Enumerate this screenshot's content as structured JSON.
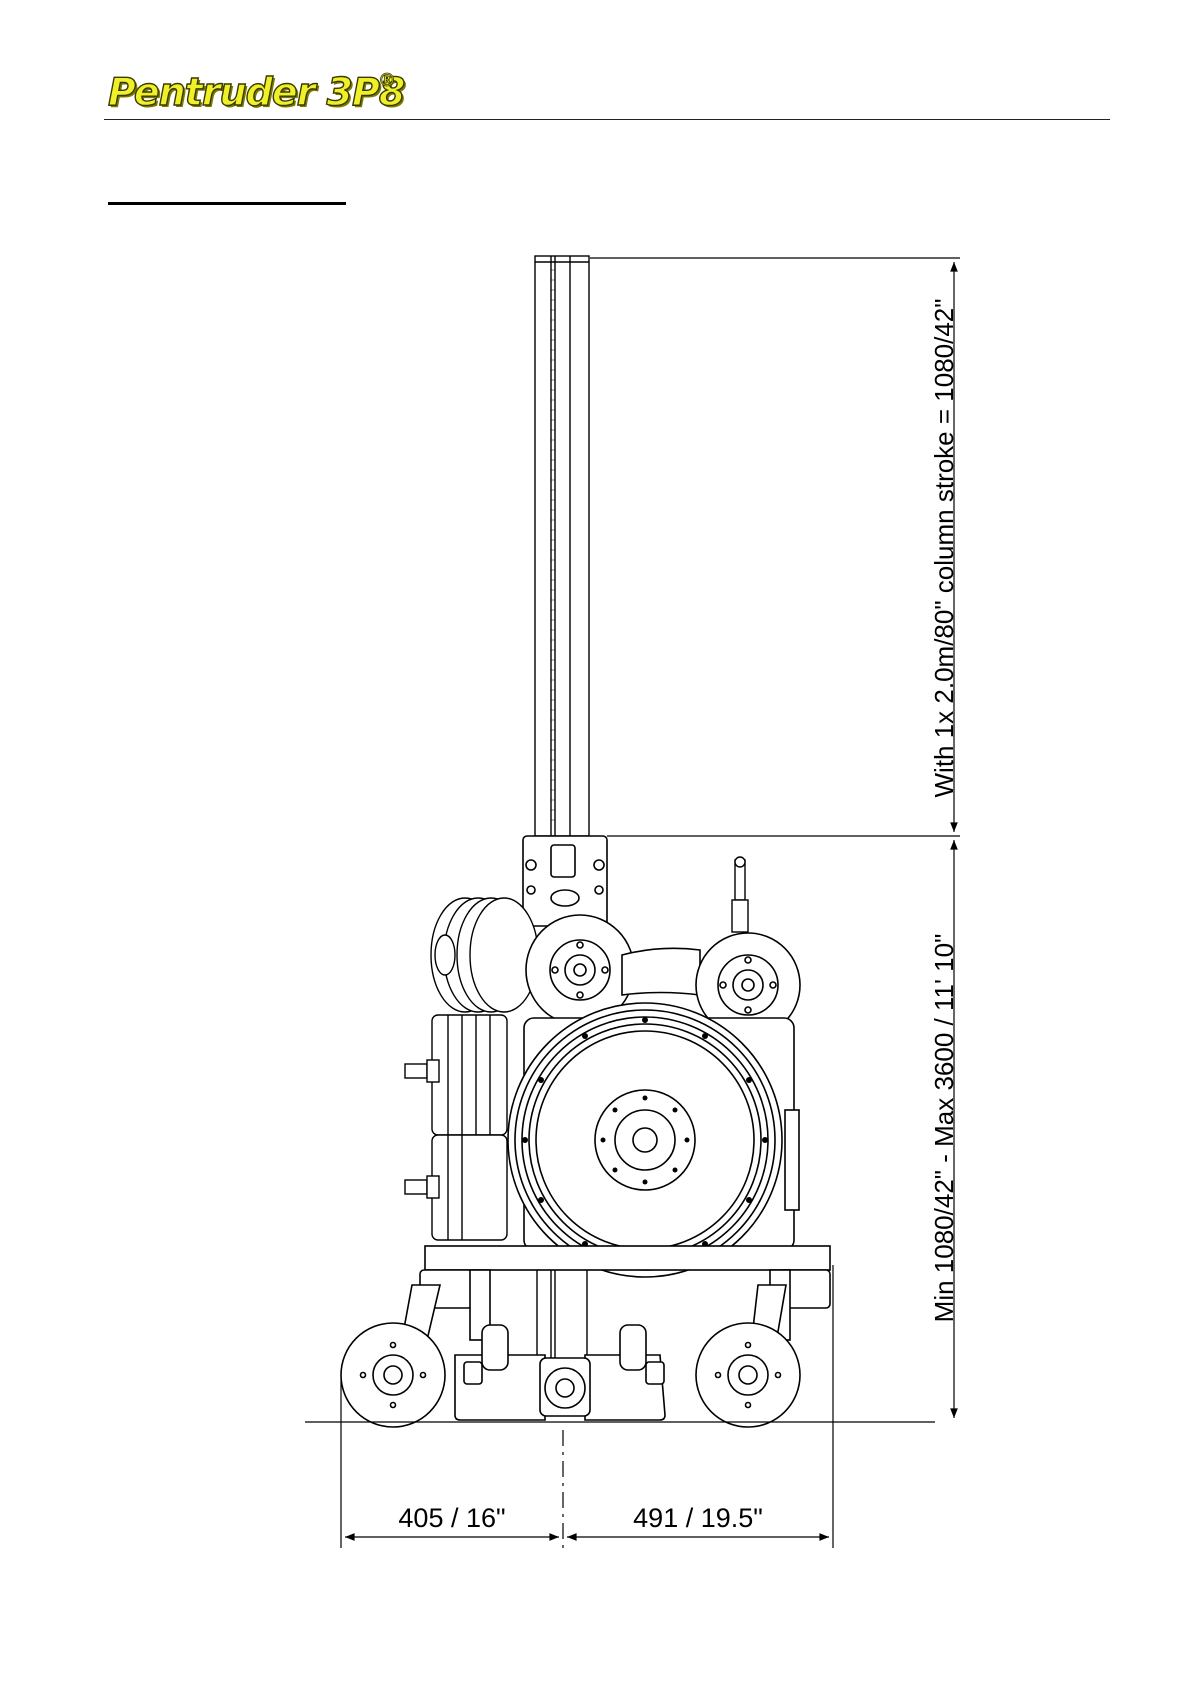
{
  "header": {
    "logo_text": "Pentruder 3P8",
    "logo_mark": "®"
  },
  "colors": {
    "logo_fill": "#f0f02a",
    "line": "#000000"
  },
  "drawing": {
    "dim_column_stroke": "With 1x 2.0m/80\" column stroke = 1080/42\"",
    "dim_height_range": "Min 1080/42\" - Max 3600 / 11' 10\"",
    "dim_left_width": "405 / 16\"",
    "dim_right_width": "491 / 19.5\""
  }
}
